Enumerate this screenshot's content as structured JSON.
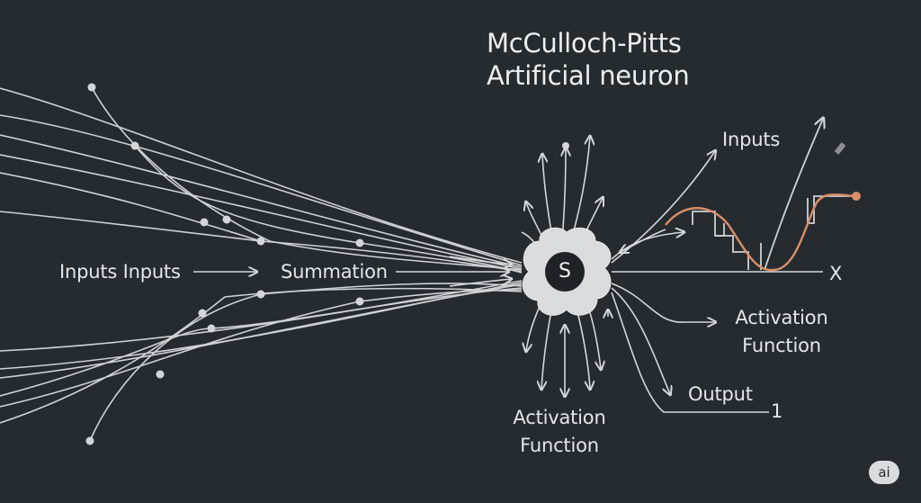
{
  "title": {
    "line1": "McCulloch-Pitts",
    "line2": "Artificial neuron"
  },
  "labels": {
    "inputs_left": "Inputs Inputs",
    "summation": "Summation",
    "neuron_symbol": "S",
    "inputs_right": "Inputs",
    "x_axis": "X",
    "activation_right_1": "Activation",
    "activation_right_2": "Function",
    "output": "Output",
    "output_value": "1",
    "activation_bottom_1": "Activation",
    "activation_bottom_2": "Function"
  },
  "badge": "ai",
  "colors": {
    "background": "#262b30",
    "line": "#d4d7da",
    "neuron": "#d9dbdc",
    "curve": "#d98f68"
  }
}
